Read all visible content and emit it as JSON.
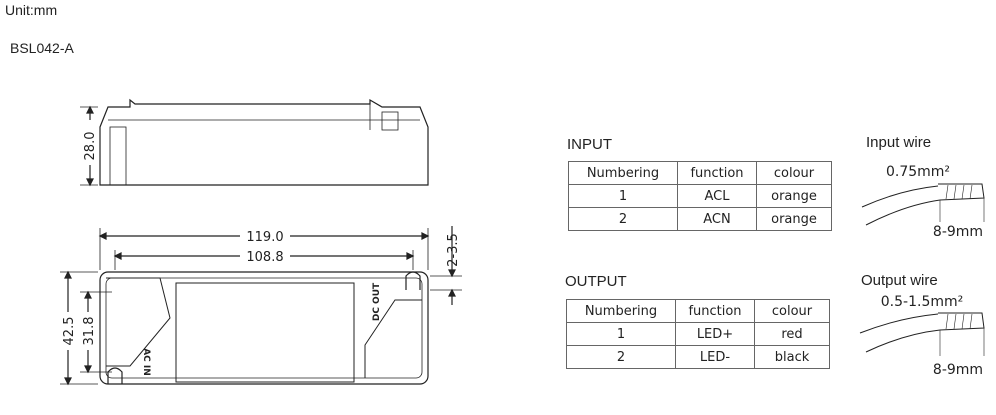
{
  "header": {
    "unit": "Unit:mm",
    "model": "BSL042-A"
  },
  "drawing": {
    "height_dim": "28.0",
    "length_total": "119.0",
    "length_hole": "108.8",
    "hole_dia": "2-3.5",
    "width_total": "42.5",
    "width_hole": "31.8",
    "port_in": "AC IN",
    "port_out": "DC OUT"
  },
  "input": {
    "title": "INPUT",
    "headers": [
      "Numbering",
      "function",
      "colour"
    ],
    "rows": [
      [
        "1",
        "ACL",
        "orange"
      ],
      [
        "2",
        "ACN",
        "orange"
      ]
    ]
  },
  "output": {
    "title": "OUTPUT",
    "headers": [
      "Numbering",
      "function",
      "colour"
    ],
    "rows": [
      [
        "1",
        "LED+",
        "red"
      ],
      [
        "2",
        "LED-",
        "black"
      ]
    ]
  },
  "input_wire": {
    "label": "Input wire",
    "size": "0.75mm²",
    "strip": "8-9mm"
  },
  "output_wire": {
    "label": "Output wire",
    "size": "0.5-1.5mm²",
    "strip": "8-9mm"
  }
}
